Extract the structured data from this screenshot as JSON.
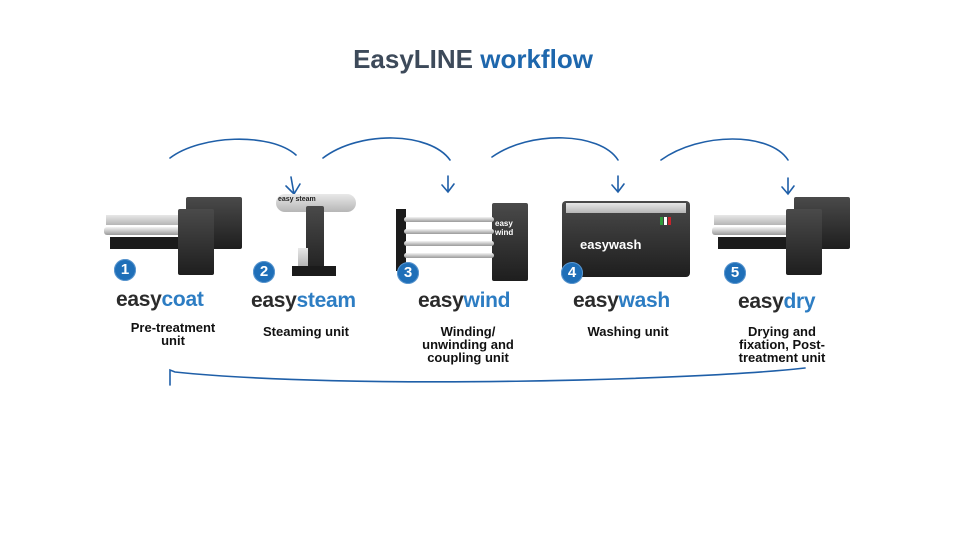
{
  "title": {
    "part1": "EasyLINE",
    "part2": "workflow"
  },
  "units": [
    {
      "step": "1",
      "brand_prefix": "easy",
      "brand_suffix": "coat",
      "description": "Pre-treatment unit"
    },
    {
      "step": "2",
      "brand_prefix": "easy",
      "brand_suffix": "steam",
      "description": "Steaming unit"
    },
    {
      "step": "3",
      "brand_prefix": "easy",
      "brand_suffix": "wind",
      "description": "Winding/ unwinding and coupling unit"
    },
    {
      "step": "4",
      "brand_prefix": "easy",
      "brand_suffix": "wash",
      "description": "Washing unit"
    },
    {
      "step": "5",
      "brand_prefix": "easy",
      "brand_suffix": "dry",
      "description": "Drying and fixation, Post-treatment unit"
    }
  ],
  "machine_labels": {
    "steam": "easy steam",
    "wind": "easy wind",
    "wash": "easywash"
  },
  "colors": {
    "accent": "#1e67ad",
    "title_dark": "#3d4a5a",
    "arrow": "#1f5fa8"
  }
}
